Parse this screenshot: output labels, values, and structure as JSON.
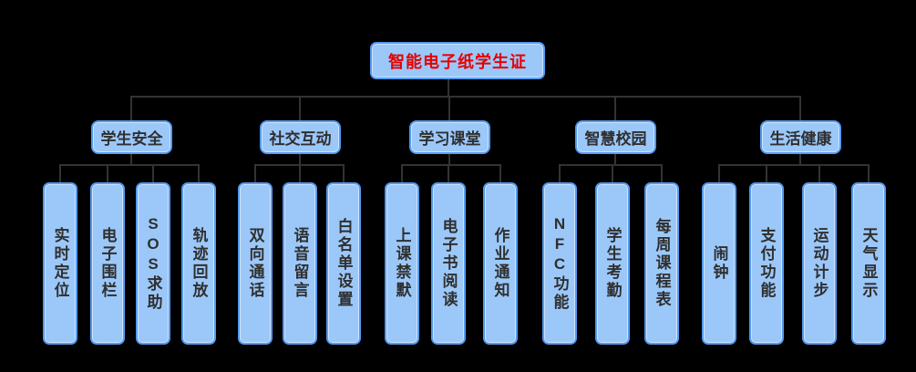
{
  "diagram": {
    "root_label": "智能电子纸学生证",
    "colors": {
      "node_fill": "#9cc8f9",
      "node_border": "#539af0",
      "line_color": "#333333",
      "title_color": "#e60000",
      "label_color": "#2f2f2f",
      "background": "#000000"
    },
    "groups": [
      {
        "label": "学生安全",
        "children": [
          "实时定位",
          "电子围栏",
          "SOS求助",
          "轨迹回放"
        ]
      },
      {
        "label": "社交互动",
        "children": [
          "双向通话",
          "语音留言",
          "白名单设置"
        ]
      },
      {
        "label": "学习课堂",
        "children": [
          "上课禁默",
          "电子书阅读",
          "作业通知"
        ]
      },
      {
        "label": "智慧校园",
        "children": [
          "NFC功能",
          "学生考勤",
          "每周课程表"
        ]
      },
      {
        "label": "生活健康",
        "children": [
          "闹钟",
          "支付功能",
          "运动计步",
          "天气显示"
        ]
      }
    ]
  }
}
